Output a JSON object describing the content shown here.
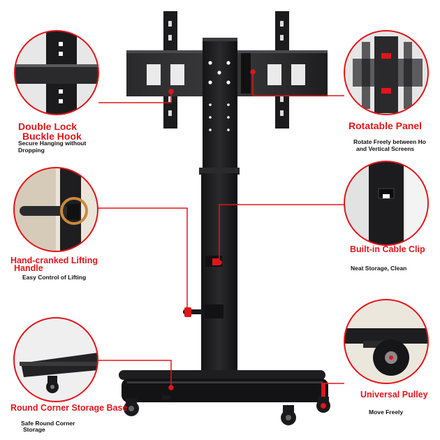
{
  "colors": {
    "accent": "#e0161b",
    "metal": "#1c1c1e",
    "text": "#111111"
  },
  "callouts": {
    "double_lock": {
      "title_line1": "Double Lock",
      "title_line2": "Buckle Hook",
      "desc_line1": "Secure Hanging without",
      "desc_line2": "Dropping"
    },
    "rotatable": {
      "title": "Rotatable Panel",
      "desc_line1": "Rotate Freely between Ho",
      "desc_line2": "and Vertical Screens"
    },
    "hand_crank": {
      "title_line1": "Hand-cranked Lifting",
      "title_line2": "Handle",
      "desc": "Easy Control of Lifting"
    },
    "cable_clip": {
      "title": "Built-in Cable Clip",
      "desc": "Neat Storage, Clean"
    },
    "storage_base": {
      "title": "Round Corner Storage Base",
      "desc_line1": "Safe Round Corner",
      "desc_line2": "Storage"
    },
    "pulley": {
      "title": "Universal Pulley",
      "desc": "Move Freely"
    }
  }
}
